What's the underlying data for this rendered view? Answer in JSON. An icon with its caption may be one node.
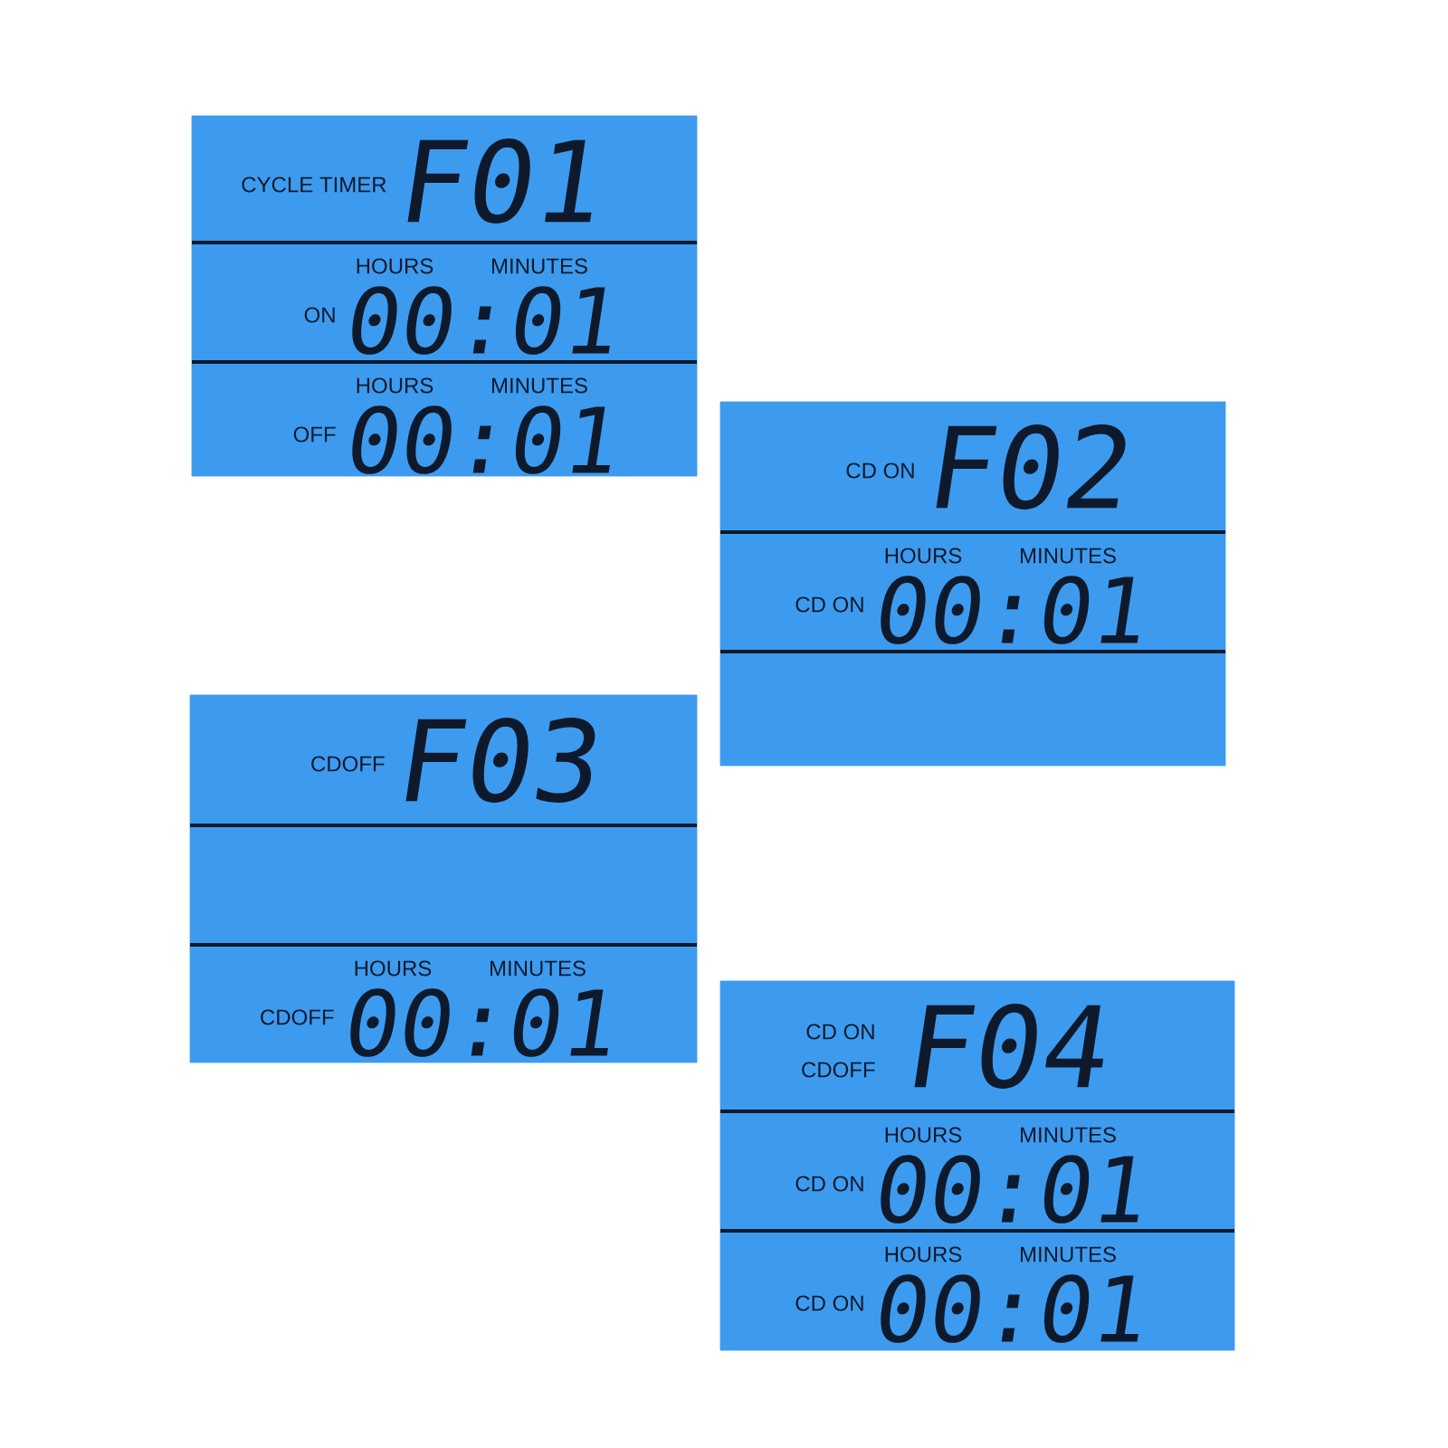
{
  "diagram": {
    "nodes": [
      {
        "text": [],
        "shape": "box"
      },
      {
        "text": [
          "CYCLE TIMER",
          "F01"
        ],
        "in": 0
      },
      {
        "text": [
          "HOURS",
          "MINUTES",
          "ON",
          "00:01"
        ],
        "in": 0
      },
      {
        "text": [
          "HOURS",
          "MINUTES",
          "OFF",
          "00:01"
        ],
        "in": 0
      },
      {
        "text": [],
        "shape": "box"
      },
      {
        "text": [
          "CD ON",
          "F02"
        ],
        "in": 4
      },
      {
        "text": [
          "HOURS",
          "MINUTES",
          "CD ON",
          "00:01"
        ],
        "in": 4
      },
      {
        "text": [],
        "shape": "box"
      },
      {
        "text": [
          "CDOFF",
          "F03"
        ],
        "in": 7
      },
      {
        "text": [
          "HOURS",
          "MINUTES",
          "CDOFF",
          "00:01"
        ],
        "in": 7
      },
      {
        "text": [],
        "shape": "box"
      },
      {
        "text": [
          "CD ON",
          "CDOFF",
          "F04"
        ],
        "in": 10
      },
      {
        "text": [
          "HOURS",
          "MINUTES",
          "CD ON",
          "00:01"
        ],
        "in": 10
      },
      {
        "text": [
          "HOURS",
          "MINUTES",
          "CD ON",
          "00:01"
        ],
        "in": 10
      }
    ]
  }
}
